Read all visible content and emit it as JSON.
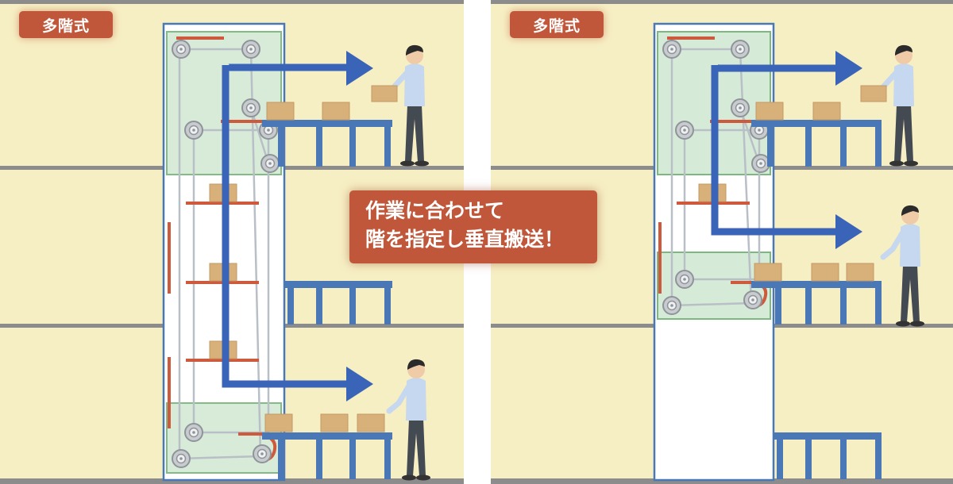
{
  "labels": {
    "left_tag": "多階式",
    "right_tag": "多階式"
  },
  "callout": {
    "line1": "作業に合わせて",
    "line2": "階を指定し垂直搬送！"
  },
  "colors": {
    "wall": "#f7efc4",
    "floor_line": "#8c8c8c",
    "shaft_frame": "#4a78b6",
    "conveyor": "#4a78b6",
    "carriage": "#cd5a3c",
    "flow_arrow": "#3a64b8",
    "box": "#d8b07a",
    "green_zone": "#d6ead8",
    "label_bg": "#c0573a"
  },
  "icons": {
    "worker": "worker-icon",
    "pulley": "pulley-icon",
    "box": "cardboard-box-icon",
    "arrow": "flow-arrow-icon"
  }
}
